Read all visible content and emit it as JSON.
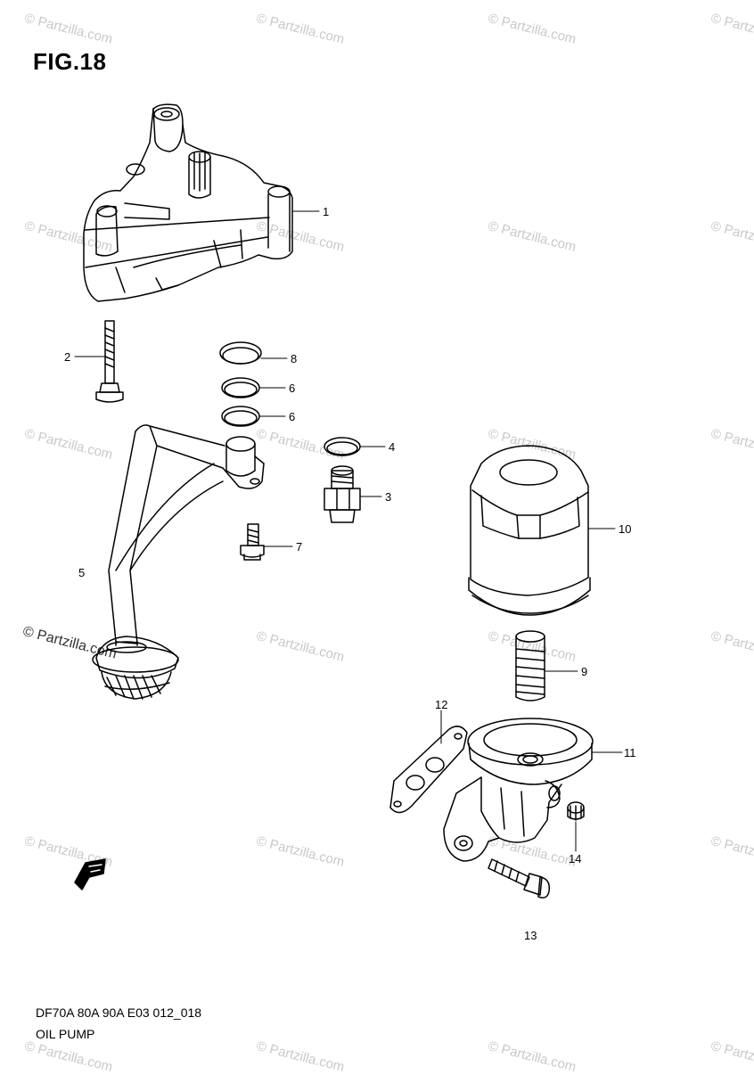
{
  "figure": {
    "title": "FIG.18",
    "code": "DF70A 80A 90A E03 012_018",
    "name": "OIL PUMP"
  },
  "watermark": {
    "text": "© Partzilla.com",
    "color": "#c9c9c9",
    "strong_color": "#333333"
  },
  "callouts": [
    "1",
    "2",
    "8",
    "6",
    "6",
    "4",
    "3",
    "7",
    "5",
    "10",
    "9",
    "12",
    "11",
    "14",
    "13"
  ],
  "icons": {
    "direction": "fwd-arrow-icon"
  },
  "colors": {
    "line": "#000000",
    "background": "#ffffff"
  }
}
